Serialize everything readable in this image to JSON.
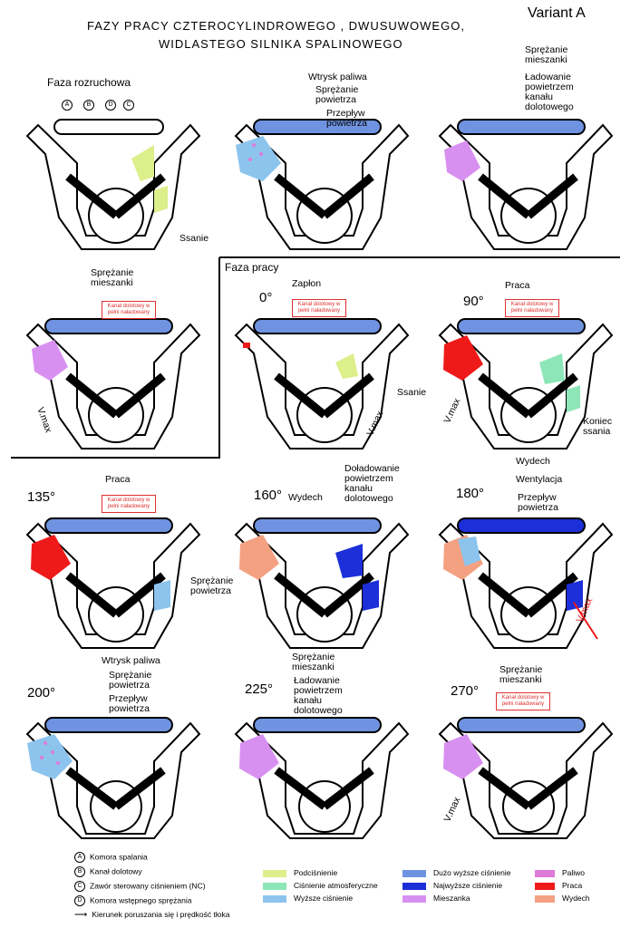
{
  "header": {
    "title_line1": "FAZY PRACY     CZTEROCYLINDROWEGO  ,  DWUSUWOWEGO,",
    "title_line2": "WIDLASTEGO  SILNIKA SPALINOWEGO",
    "variant": "Variant A"
  },
  "sections": {
    "startup": "Faza rozruchowa",
    "work": "Faza pracy"
  },
  "parts": {
    "a": "A",
    "b": "B",
    "c": "C",
    "d": "D"
  },
  "panels": [
    {
      "angle": "",
      "labels": [
        "Ssanie"
      ]
    },
    {
      "angle": "",
      "labels": [
        "Wtrysk paliwa",
        "Sprężanie powietrza",
        "Przepływ powietrza"
      ]
    },
    {
      "angle": "",
      "labels": [
        "Sprężanie mieszanki",
        "Ładowanie powietrzem kanału dolotowego"
      ]
    },
    {
      "angle": "",
      "labels": [
        "Sprężanie mieszanki"
      ],
      "note": "Kanał dolotowy w pełni naładowany",
      "speed": "V.max"
    },
    {
      "angle": "0°",
      "labels": [
        "Zapłon",
        "Ssanie"
      ],
      "note": "Kanał dolotowy w pełni naładowany",
      "speed": "V.max"
    },
    {
      "angle": "90°",
      "labels": [
        "Praca",
        "Koniec ssania"
      ],
      "note": "Kanał dolotowy w pełni naładowany",
      "speed": "V.max"
    },
    {
      "angle": "135°",
      "labels": [
        "Praca",
        "Sprężanie powietrza"
      ],
      "note": "Kanał dolotowy w pełni naładowany"
    },
    {
      "angle": "160°",
      "labels": [
        "Wydech",
        "Doładowanie powietrzem kanału dolotowego"
      ]
    },
    {
      "angle": "180°",
      "labels": [
        "Wydech",
        "Wentylacja",
        "Przepływ powietrza"
      ],
      "speed": "V.max"
    },
    {
      "angle": "200°",
      "labels": [
        "Wtrysk paliwa",
        "Sprężanie powietrza",
        "Przepływ powietrza"
      ]
    },
    {
      "angle": "225°",
      "labels": [
        "Sprężanie mieszanki",
        "Ładowanie powietrzem kanału dolotowego"
      ]
    },
    {
      "angle": "270°",
      "labels": [
        "Sprężanie mieszanki"
      ],
      "note": "Kanał dolotowy w pełni naładowany",
      "speed": "V.max"
    }
  ],
  "legend": {
    "parts": [
      {
        "key": "A",
        "text": "Komora spalania"
      },
      {
        "key": "B",
        "text": "Kanał dolotowy"
      },
      {
        "key": "C",
        "text": "Zawór sterowany    ciśnieniem (NC)"
      },
      {
        "key": "D",
        "text": "Komora wstępnego sprężania"
      }
    ],
    "arrow_text": "Kierunek poruszania się          i prędkość tłoka",
    "colors": [
      {
        "text": "Podciśnienie",
        "color": "#dcef8a"
      },
      {
        "text": "Ciśnienie atmosferyczne",
        "color": "#8de6b8"
      },
      {
        "text": "Wyższe ciśnienie",
        "color": "#8cc4ee"
      },
      {
        "text": "Dużo wyższe ciśnienie",
        "color": "#6f93e0"
      },
      {
        "text": "Najwyższe ciśnienie",
        "color": "#1c2fd8"
      },
      {
        "text": "Mieszanka",
        "color": "#d890f0"
      },
      {
        "text": "Paliwo",
        "color": "#e07ad8"
      },
      {
        "text": "Praca",
        "color": "#ee1a1a"
      },
      {
        "text": "Wydech",
        "color": "#f4a182"
      }
    ]
  }
}
